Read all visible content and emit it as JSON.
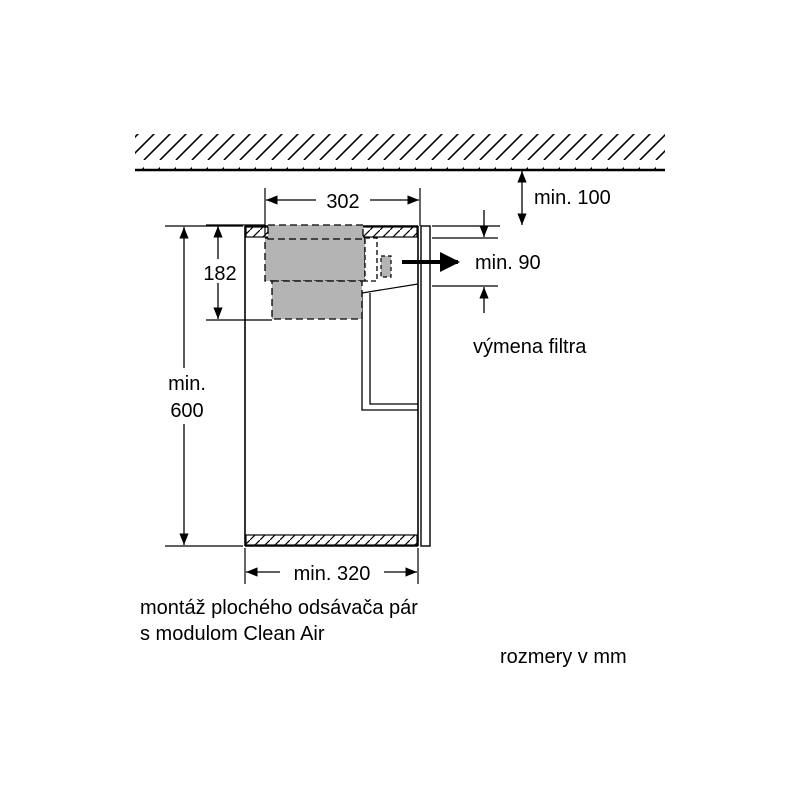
{
  "dimensions": {
    "hood_width": "302",
    "ceiling_clearance": "min. 100",
    "hood_height": "182",
    "filter_clearance": "min. 90",
    "cabinet_height_line1": "min.",
    "cabinet_height_line2": "600",
    "cabinet_depth": "min. 320"
  },
  "labels": {
    "filter_replacement": "výmena filtra",
    "caption_line1": "montáž plochého odsávača pár",
    "caption_line2": "s modulom Clean Air",
    "units_note": "rozmery v mm"
  },
  "colors": {
    "line": "#000000",
    "module_fill": "#b4b4b4",
    "background": "#ffffff"
  }
}
